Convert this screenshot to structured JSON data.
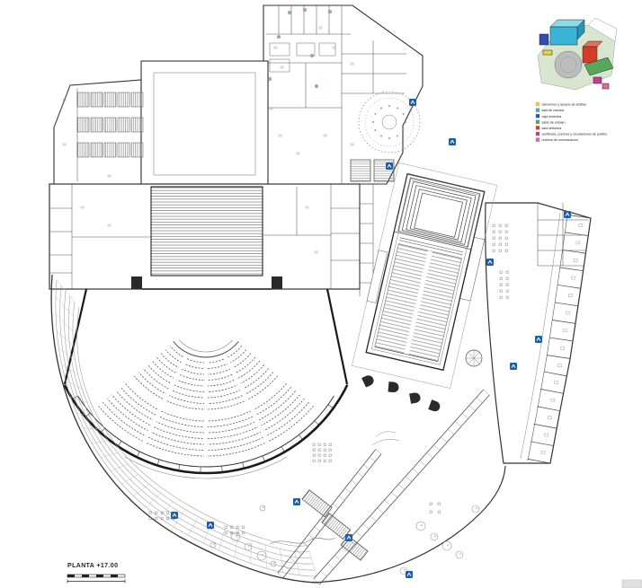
{
  "title_block": {
    "label": "PLANTA +17.00"
  },
  "legend": {
    "items": [
      {
        "color": "#e8d44a",
        "label": "camerinos y apoyos de artistas"
      },
      {
        "color": "#3ab5d6",
        "label": "sala de camara"
      },
      {
        "color": "#2b50b0",
        "label": "caja escenica"
      },
      {
        "color": "#57a85c",
        "label": "salas de ensayo"
      },
      {
        "color": "#d23c28",
        "label": "sala sinfonica"
      },
      {
        "color": "#c43c96",
        "label": "vestibulos, porches y circulaciones de publico"
      },
      {
        "color": "#e06a9a",
        "label": "nucleos de comunicacion"
      }
    ],
    "key_plan": {
      "ground_color": "#d8e6d0",
      "roof_color": "#bdbdbd",
      "volume_colors": [
        "#3ab5d6",
        "#2b50b0",
        "#d23c28",
        "#57a85c",
        "#c43c96",
        "#e8d44a",
        "#e06a9a"
      ]
    }
  },
  "pictograms": {
    "color": "#1a5fa8",
    "name": "wayfinding-pictogram"
  },
  "drawing": {
    "line_color": "#444444",
    "paper_color": "#ffffff"
  }
}
